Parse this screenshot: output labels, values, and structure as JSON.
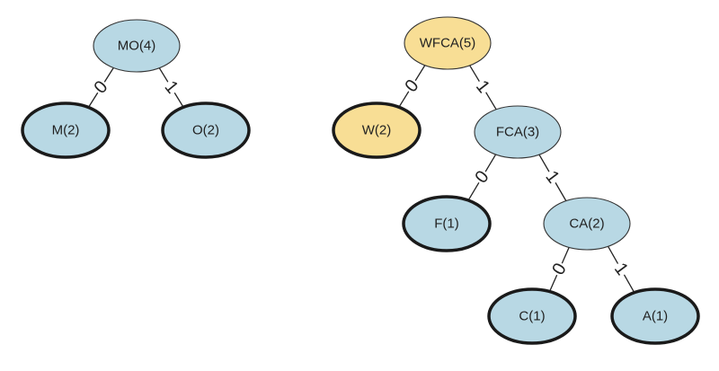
{
  "colors": {
    "node_blue": "#b8d8e4",
    "node_yellow": "#f8de95",
    "stroke": "#333333",
    "leaf_stroke": "#1a1a1a",
    "edge": "#222222"
  },
  "trees": [
    {
      "name": "MO",
      "nodes": [
        {
          "id": "mo",
          "label": "MO(4)",
          "leaf": false,
          "highlight": false
        },
        {
          "id": "m",
          "label": "M(2)",
          "leaf": true,
          "highlight": false
        },
        {
          "id": "o",
          "label": "O(2)",
          "leaf": true,
          "highlight": false
        }
      ],
      "edges": [
        {
          "from": "mo",
          "to": "m",
          "label": "0"
        },
        {
          "from": "mo",
          "to": "o",
          "label": "1"
        }
      ]
    },
    {
      "name": "WFCA",
      "nodes": [
        {
          "id": "wfca",
          "label": "WFCA(5)",
          "leaf": false,
          "highlight": true
        },
        {
          "id": "w",
          "label": "W(2)",
          "leaf": true,
          "highlight": true
        },
        {
          "id": "fca",
          "label": "FCA(3)",
          "leaf": false,
          "highlight": false
        },
        {
          "id": "f",
          "label": "F(1)",
          "leaf": true,
          "highlight": false
        },
        {
          "id": "ca",
          "label": "CA(2)",
          "leaf": false,
          "highlight": false
        },
        {
          "id": "c",
          "label": "C(1)",
          "leaf": true,
          "highlight": false
        },
        {
          "id": "a",
          "label": "A(1)",
          "leaf": true,
          "highlight": false
        }
      ],
      "edges": [
        {
          "from": "wfca",
          "to": "w",
          "label": "0"
        },
        {
          "from": "wfca",
          "to": "fca",
          "label": "1"
        },
        {
          "from": "fca",
          "to": "f",
          "label": "0"
        },
        {
          "from": "fca",
          "to": "ca",
          "label": "1"
        },
        {
          "from": "ca",
          "to": "c",
          "label": "0"
        },
        {
          "from": "ca",
          "to": "a",
          "label": "1"
        }
      ]
    }
  ]
}
